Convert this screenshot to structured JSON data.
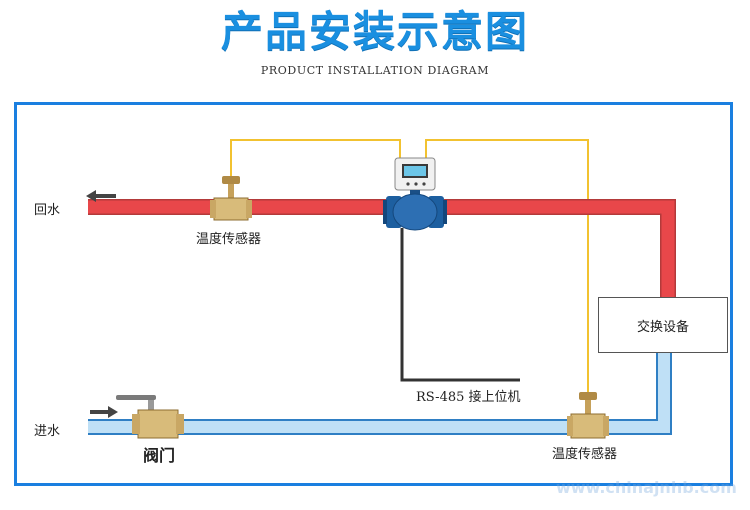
{
  "header": {
    "title": "产品安装示意图",
    "subtitle": "PRODUCT INSTALLATION DIAGRAM"
  },
  "labels": {
    "return_water": "回水",
    "inlet_water": "进水",
    "temp_sensor_top": "温度传感器",
    "temp_sensor_bottom": "温度传感器",
    "valve": "阀门",
    "rs485": "RS-485 接上位机",
    "exchanger": "交换设备"
  },
  "watermark": "www.chinajnhb.com",
  "colors": {
    "title": "#1a8fe0",
    "frame": "#1a7fe0",
    "hot_pipe": "#e8474a",
    "cold_pipe": "#bfe0f6",
    "signal_wire": "#f2c230",
    "meter_body": "#1d5fa0"
  },
  "icons": {
    "flow_arrow": "left-arrow-icon",
    "inlet_arrow": "right-arrow-icon"
  }
}
